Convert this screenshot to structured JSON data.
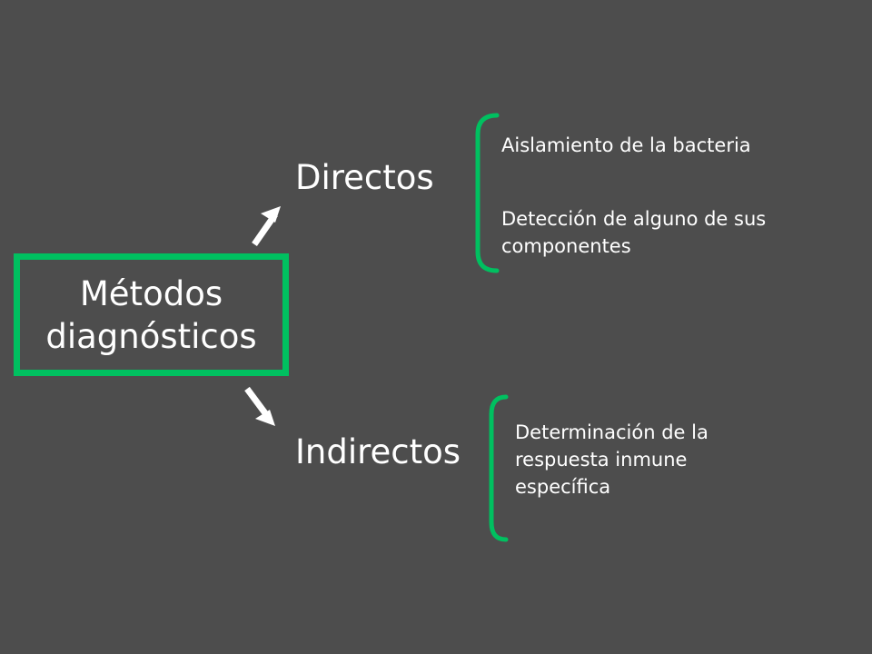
{
  "diagram": {
    "root": {
      "lines": [
        "Métodos",
        "diagnósticos"
      ]
    },
    "branches": [
      {
        "label": "Directos",
        "items": [
          {
            "lines": [
              "Aislamiento de la bacteria"
            ]
          },
          {
            "lines": [
              "Detección de alguno de sus",
              "componentes"
            ]
          }
        ]
      },
      {
        "label": "Indirectos",
        "items": [
          {
            "lines": [
              "Determinación de la",
              "respuesta inmune",
              "específica"
            ]
          }
        ]
      }
    ]
  },
  "colors": {
    "background": "#4d4d4d",
    "accent": "#00c060",
    "text": "#ffffff"
  },
  "icons": [
    "arrow-up-right-icon",
    "arrow-down-right-icon",
    "left-bracket-icon"
  ]
}
